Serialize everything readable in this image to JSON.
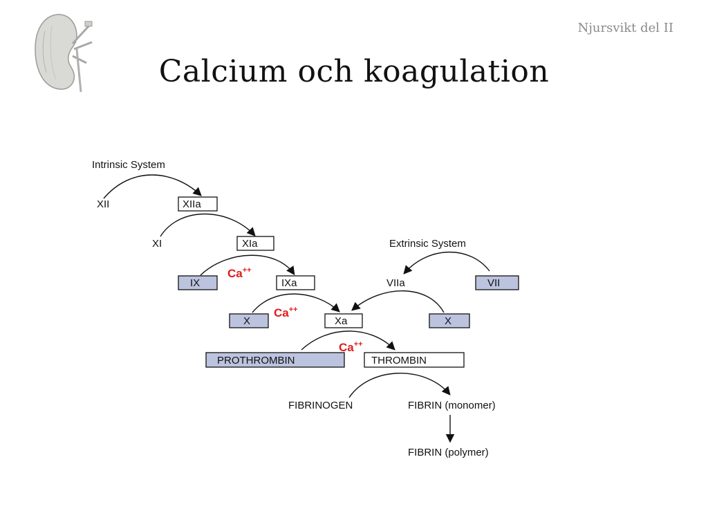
{
  "header": {
    "corner_title": "Njursvikt del II",
    "title": "Calcium och koagulation",
    "logo_icon": "kidney-icon"
  },
  "diagram": {
    "intrinsic_label": "Intrinsic System",
    "extrinsic_label": "Extrinsic System",
    "nodes": {
      "xii": "XII",
      "xiia": "XIIa",
      "xi": "XI",
      "xia": "XIa",
      "ix": "IX",
      "ixa": "IXa",
      "viia": "VIIa",
      "vii": "VII",
      "x_left": "X",
      "xa": "Xa",
      "x_right": "X",
      "prothrombin": "PROTHROMBIN",
      "thrombin": "THROMBIN",
      "fibrinogen": "FIBRINOGEN",
      "fibrin_monomer": "FIBRIN (monomer)",
      "fibrin_polymer": "FIBRIN (polymer)"
    },
    "ca_labels": {
      "base": "Ca",
      "sup": "++"
    },
    "colors": {
      "shaded_box": "#bcc3de",
      "ca_red": "#e01b1b"
    }
  }
}
